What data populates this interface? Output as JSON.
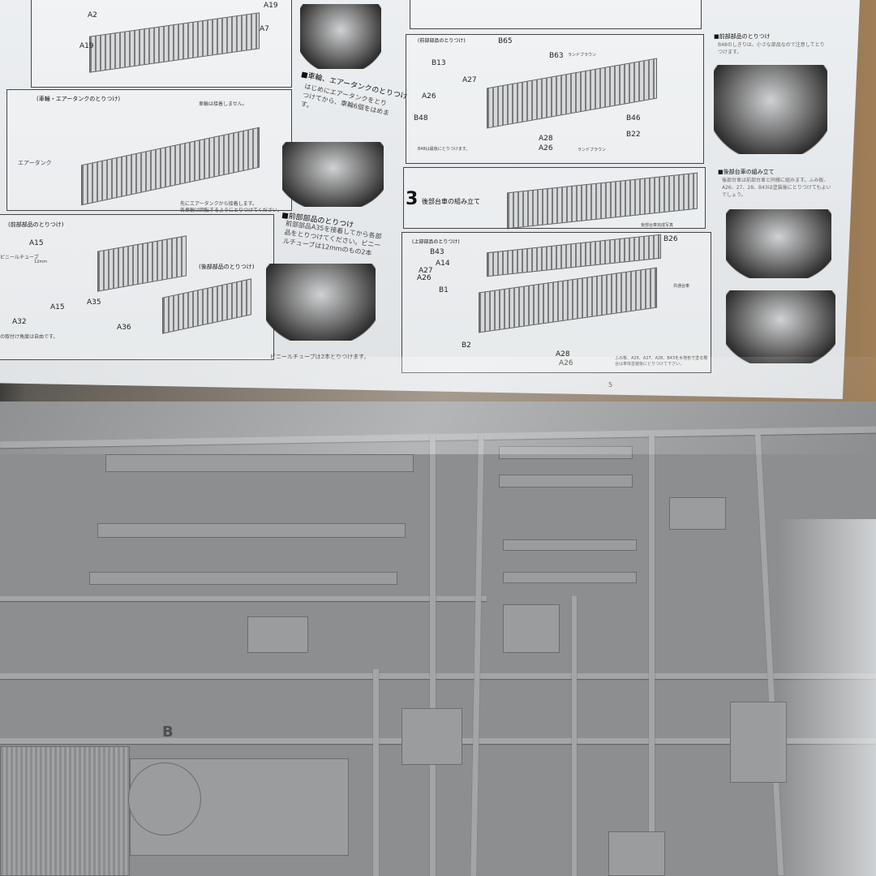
{
  "left_page": {
    "labels": [
      "A2",
      "A19",
      "A7",
      "A19",
      "A15",
      "A15",
      "A35",
      "A32",
      "A36"
    ],
    "headings": [
      "(車輪・エアータンクのとりつけ)",
      "(前部部品のとりつけ)",
      "(後部部品のとりつけ)"
    ],
    "callouts": [
      "エアータンク",
      "車輪は接着しません。",
      "先にエアータンクから接着します。",
      "各車輪は回転するようにとりつけてください。",
      "ビニールチューブ",
      "12mm",
      "の取付け角度は自由です。"
    ],
    "side_titles": [
      "■車輪、エアータンクのとりつけ",
      "■前部部品のとりつけ"
    ],
    "side_text": [
      "はじめにエアータンクをとりつけてから、車輪6個をはめます。",
      "前部部品A35を接着してから各部品をとりつけてください。ビニールチューブは12mmのもの2本"
    ],
    "side_caption": "ビニールチューブは2本とりつけます。"
  },
  "right_page": {
    "labels": [
      "B65",
      "B13",
      "B63",
      "A27",
      "A26",
      "B48",
      "B46",
      "B22",
      "A28",
      "A26",
      "B26",
      "B43",
      "A14",
      "A27",
      "A26",
      "B1",
      "B2",
      "A28",
      "A26"
    ],
    "headings": [
      "(前部部品のとりつけ)",
      "(上部部品のとりつけ)"
    ],
    "callouts": [
      "ランドブラウン",
      "B48は最後にとりつけます。",
      "ランドブラウン",
      "後部台車完成写真",
      "共通台車",
      "ふみ板、A26、A27、A28、B43を木地色で塗る場合は車体塗装後にとりつけて下さい。"
    ],
    "step_number": "3",
    "step_title": "後部台車の組み立て",
    "side_titles": [
      "■前部部品のとりつけ",
      "■後部台車の組み立て"
    ],
    "side_text": [
      "B48のしきりは、小さな部品なので注意してとりつけます。",
      "後部台車は前部台車と同様に組みます。ふみ板、A26、27、28、B43は塗装後にとりつけてもよいでしょう。"
    ],
    "page_number": "5"
  },
  "sprue": {
    "frame_letter": "B",
    "color": "#8c8e90"
  },
  "colors": {
    "paper": "#e6e9ec",
    "sprue": "#8c8e90",
    "cardboard": "#8f7455"
  }
}
